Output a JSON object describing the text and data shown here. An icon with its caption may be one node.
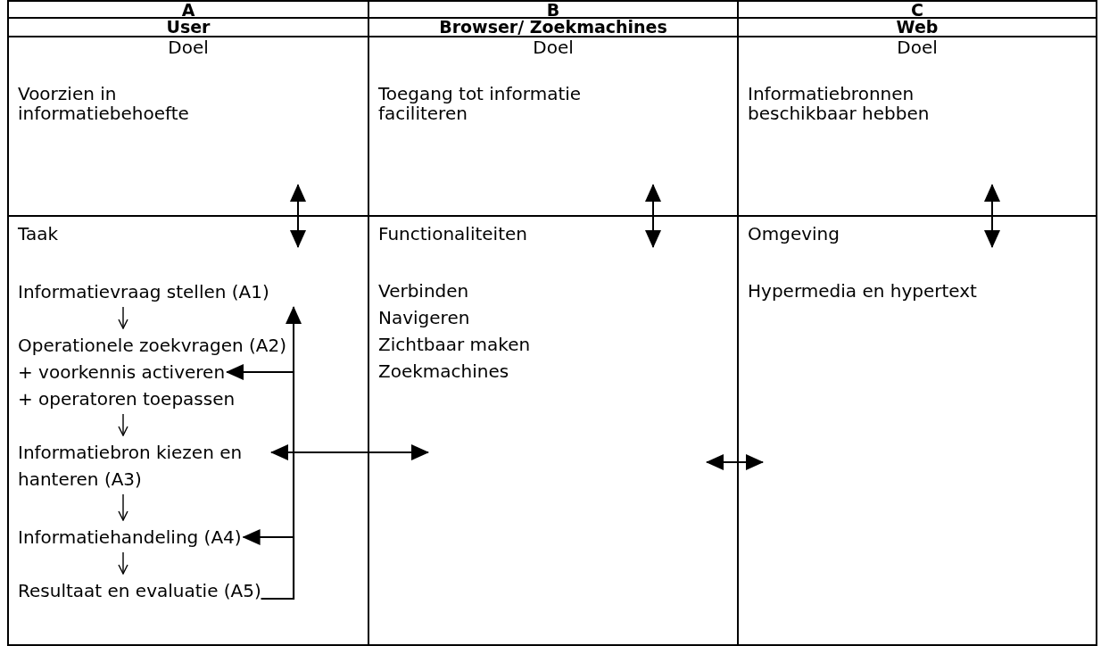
{
  "diagram": {
    "nodes": [
      {
        "text": [
          "Doel",
          "Voorzien in informatiebehoefte"
        ]
      },
      {
        "text": [
          "Doel",
          "Toegang tot informatie faciliteren"
        ]
      },
      {
        "text": [
          "Doel",
          "Informatiebronnen beschikbaar hebben"
        ]
      },
      {
        "text": [
          "Taak"
        ]
      },
      {
        "text": [
          "Informatievraag stellen (A1)"
        ],
        "in": 3
      },
      {
        "text": [
          "Operationele zoekvragen (A2)"
        ],
        "in": 3
      },
      {
        "text": [
          "+ voorkennis activeren"
        ],
        "in": 3
      },
      {
        "text": [
          "+ operatoren toepassen"
        ],
        "in": 3
      },
      {
        "text": [
          "Informatiebron kiezen en hanteren (A3)"
        ],
        "in": 3
      },
      {
        "text": [
          "Informatiehandeling (A4)"
        ],
        "in": 3
      },
      {
        "text": [
          "Resultaat en evaluatie (A5)"
        ],
        "in": 3
      },
      {
        "text": [
          "Functionaliteiten",
          "Verbinden",
          "Navigeren",
          "Zichtbaar maken",
          "Zoekmachines"
        ]
      },
      {
        "text": [
          "Omgeving",
          "Hypermedia en hypertext"
        ]
      }
    ],
    "edges": [
      {
        "from": 0,
        "to": 3,
        "arrow": "both"
      },
      {
        "from": 1,
        "to": 11,
        "arrow": "both"
      },
      {
        "from": 2,
        "to": 12,
        "arrow": "both"
      },
      {
        "from": 8,
        "to": 11,
        "arrow": "both"
      },
      {
        "from": 11,
        "to": 12,
        "arrow": "both"
      },
      {
        "from": 10,
        "to": 4,
        "arrow": "to"
      },
      {
        "from": 10,
        "to": 6,
        "arrow": "to"
      },
      {
        "from": 10,
        "to": 9,
        "arrow": "to"
      },
      {
        "from": 4,
        "to": 5,
        "arrow": "to"
      },
      {
        "from": 7,
        "to": 8,
        "arrow": "to"
      },
      {
        "from": 8,
        "to": 9,
        "arrow": "to"
      },
      {
        "from": 9,
        "to": 10,
        "arrow": "to"
      }
    ],
    "labels": [
      "A",
      "B",
      "C",
      "User",
      "Browser/ Zoekmachines",
      "Web"
    ]
  }
}
